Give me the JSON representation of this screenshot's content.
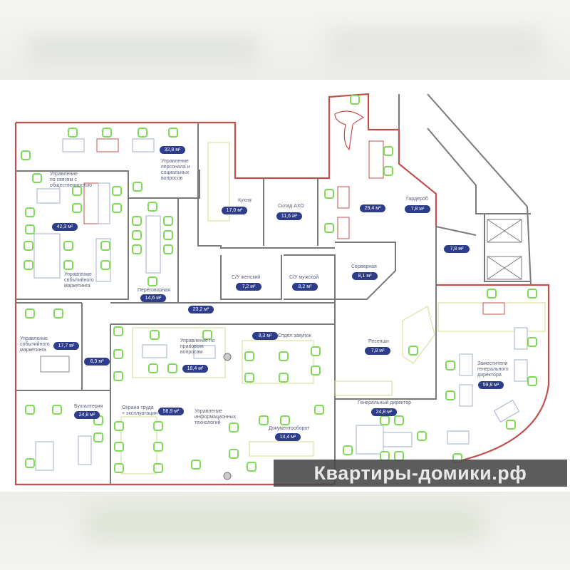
{
  "colors": {
    "badge": "#2e3d8a",
    "chair": "#7ed957",
    "outer_wall": "#c0504d",
    "inner_wall": "#777777",
    "watermark_bg": "#464646"
  },
  "rooms": [
    {
      "name": "Управление\nперсонала и\nсоциальных\nвопросов",
      "area": "32,8 м²"
    },
    {
      "name": "Управление\nпо связям с\nобщественностью",
      "area": "42,3 м²"
    },
    {
      "name": "Управление\nсобытийного\nмаркетинга"
    },
    {
      "name": "Переговорная",
      "area": "14,6 м²"
    },
    {
      "name": "Кухня",
      "area": "17,0 м²"
    },
    {
      "name": "Склад АХО",
      "area": "11,6 м²"
    },
    {
      "area": "29,4 м²"
    },
    {
      "name": "Гардероб",
      "area": "7,8 м²"
    },
    {
      "area": "7,8 м²"
    },
    {
      "name": "С/У женский",
      "area": "7,2 м²"
    },
    {
      "name": "С/У мужской",
      "area": "8,2 м²"
    },
    {
      "name": "Серверная",
      "area": "8,1 м²"
    },
    {
      "area": "23,2 м²"
    },
    {
      "name": "Управление\nсобытийного\nмаркетинга",
      "area": "17,7 м²"
    },
    {
      "area": "6,3 м²"
    },
    {
      "name": "Управление по\nправовым\nвопросам",
      "area": "18,4 м²"
    },
    {
      "name": "Отдел закупок",
      "area": "8,3 м²"
    },
    {
      "name": "Бухгалтерия",
      "area": "24,8 м²"
    },
    {
      "name": "Охрана труда\n+ эксплуатация",
      "area": "58,9 м²"
    },
    {
      "name": "Управление\nинформационных\nтехнологий"
    },
    {
      "name": "Документооборот",
      "area": "14,4 м²"
    },
    {
      "name": "Ресепшн",
      "area": "7,8 м²"
    },
    {
      "name": "Генеральный директор",
      "area": "24,8 м²"
    },
    {
      "name": "Заместители\nгенерального\nдиректора",
      "area": "59,8 м²"
    }
  ],
  "watermark": "Квартиры-домики.рф"
}
